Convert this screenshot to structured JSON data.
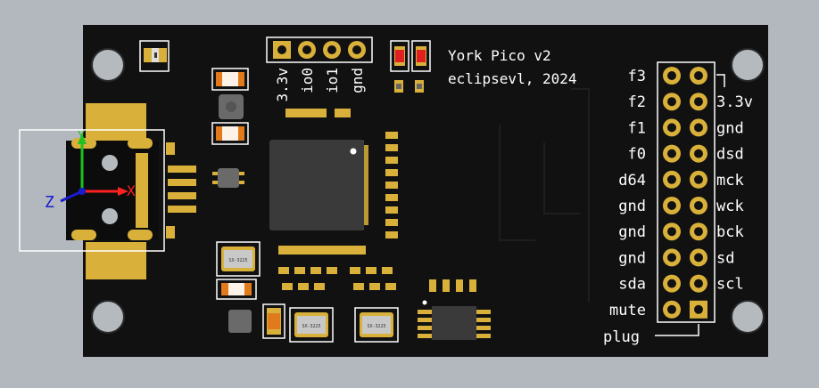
{
  "board": {
    "title_line1": "York Pico v2",
    "title_line2": "eclipsevl, 2024",
    "colors": {
      "pcb": "#111111",
      "silk": "#ffffff",
      "gold": "#d9b13a",
      "background": "#b2b8be"
    }
  },
  "top_header": {
    "labels": [
      "3.3v",
      "io0",
      "io1",
      "gnd"
    ]
  },
  "left_header": {
    "labels": [
      "f3",
      "f2",
      "f1",
      "f0",
      "d64",
      "gnd",
      "gnd",
      "gnd",
      "sda",
      "mute"
    ],
    "bottom_label": "plug"
  },
  "right_header": {
    "labels": [
      "3.3v",
      "gnd",
      "dsd",
      "mck",
      "wck",
      "bck",
      "sd",
      "scl"
    ]
  },
  "crystals": {
    "label": "SX-3225"
  },
  "axes": {
    "x_label": "X",
    "y_label": "Y",
    "z_label": "Z",
    "x_color": "#ff2020",
    "y_color": "#20c020",
    "z_color": "#1a1ad0"
  }
}
